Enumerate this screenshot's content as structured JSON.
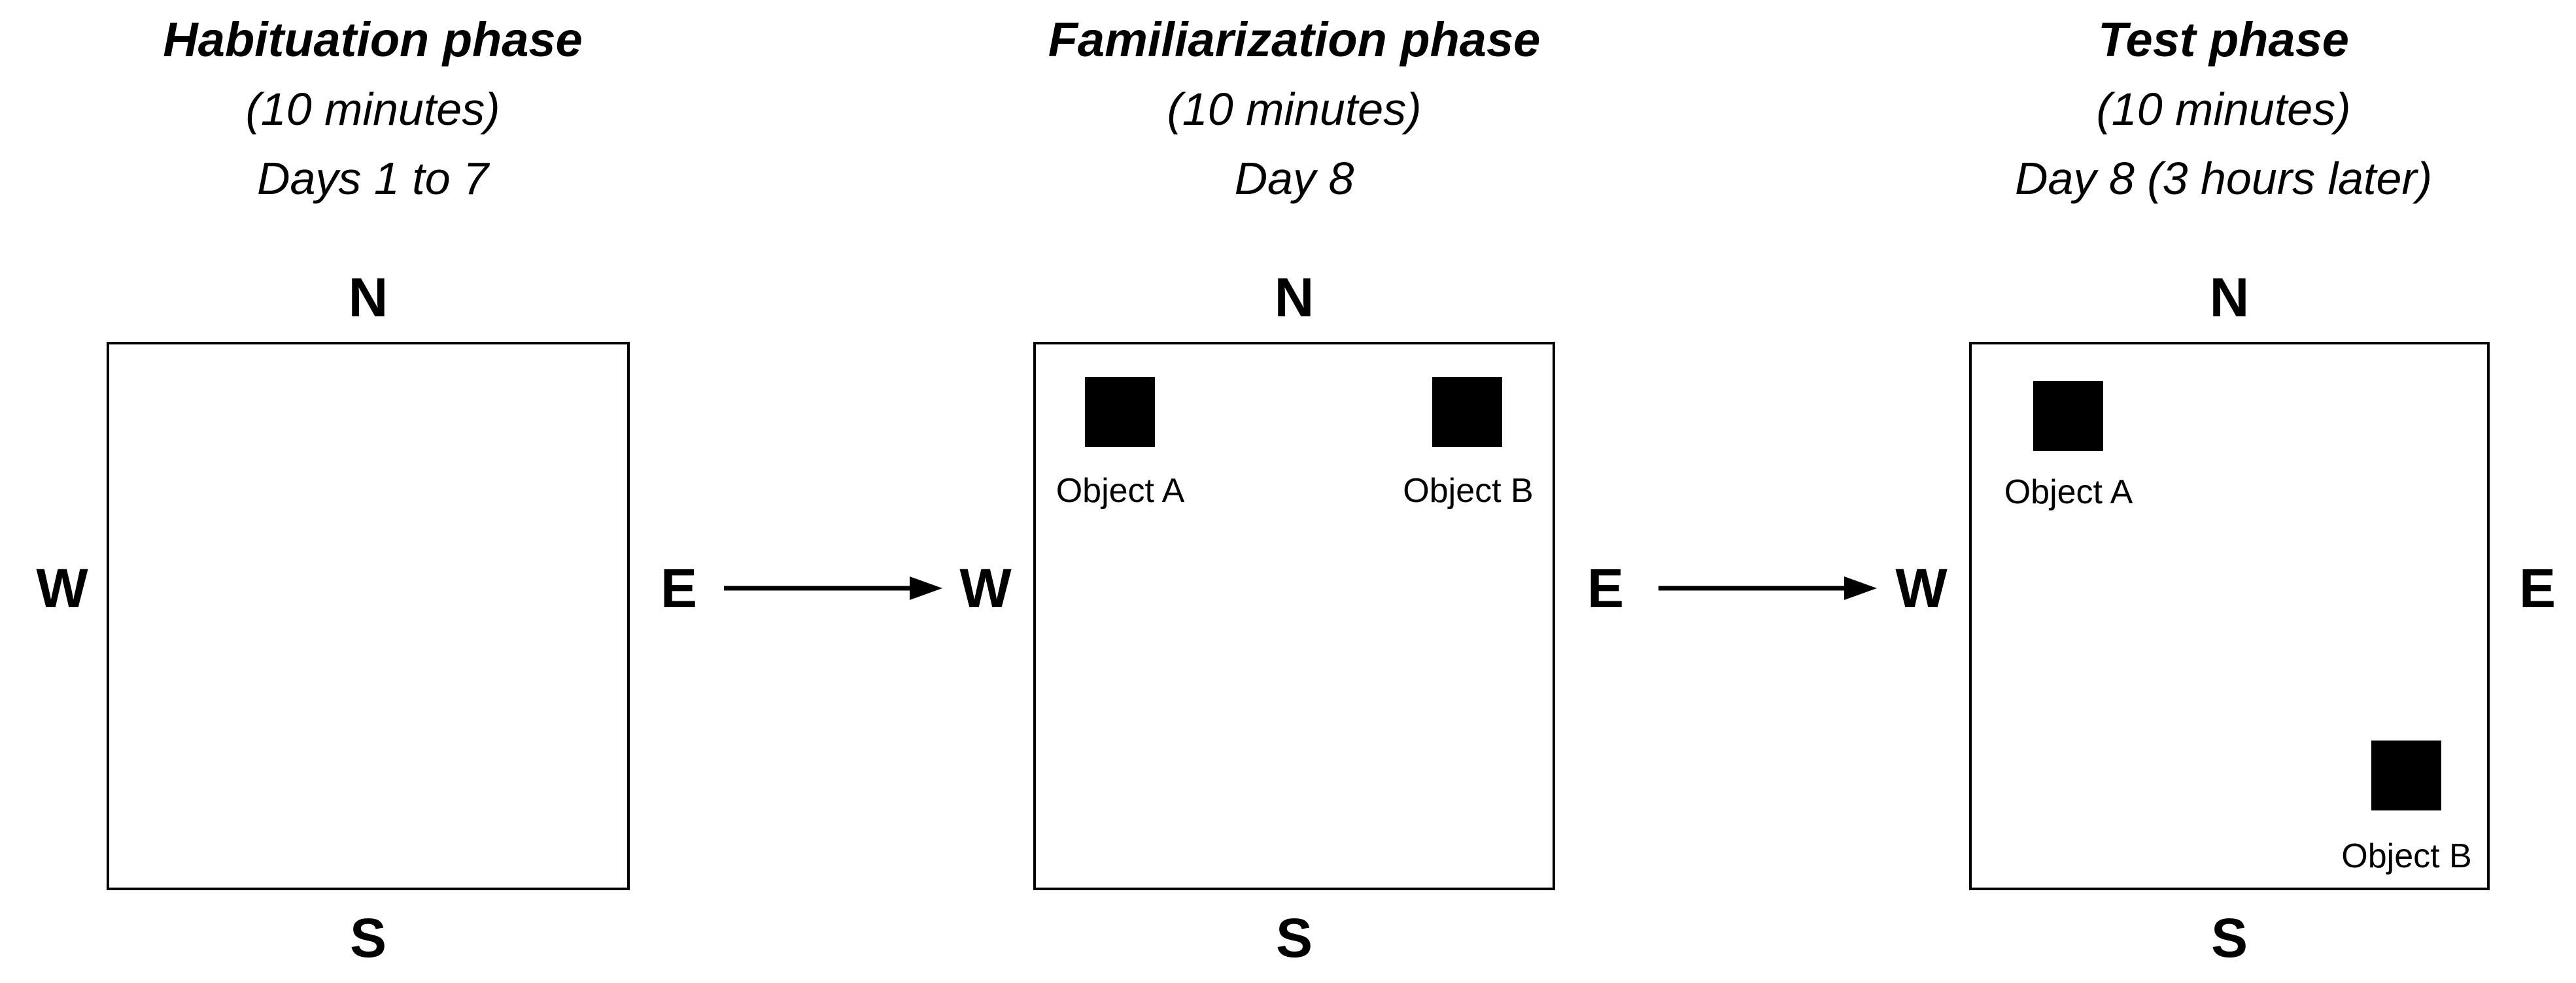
{
  "figure": {
    "background_color": "#ffffff",
    "ink_color": "#000000",
    "phases": [
      {
        "title": "Habituation phase",
        "duration": "(10 minutes)",
        "schedule": "Days 1 to 7",
        "compass": {
          "north": "N",
          "east": "E",
          "south": "S",
          "west": "W"
        },
        "objects": []
      },
      {
        "title": "Familiarization phase",
        "duration": "(10 minutes)",
        "schedule": "Day 8",
        "compass": {
          "north": "N",
          "east": "E",
          "south": "S",
          "west": "W"
        },
        "objects": [
          {
            "label": "Object A",
            "position": "north-west corner"
          },
          {
            "label": "Object B",
            "position": "north-east corner"
          }
        ]
      },
      {
        "title": "Test phase",
        "duration": "(10 minutes)",
        "schedule": "Day 8 (3 hours later)",
        "compass": {
          "north": "N",
          "east": "E",
          "south": "S",
          "west": "W"
        },
        "objects": [
          {
            "label": "Object A",
            "position": "north-west corner"
          },
          {
            "label": "Object B",
            "position": "south-east corner"
          }
        ]
      }
    ],
    "transitions": [
      {
        "from": "Habituation phase",
        "to": "Familiarization phase"
      },
      {
        "from": "Familiarization phase",
        "to": "Test phase"
      }
    ]
  }
}
